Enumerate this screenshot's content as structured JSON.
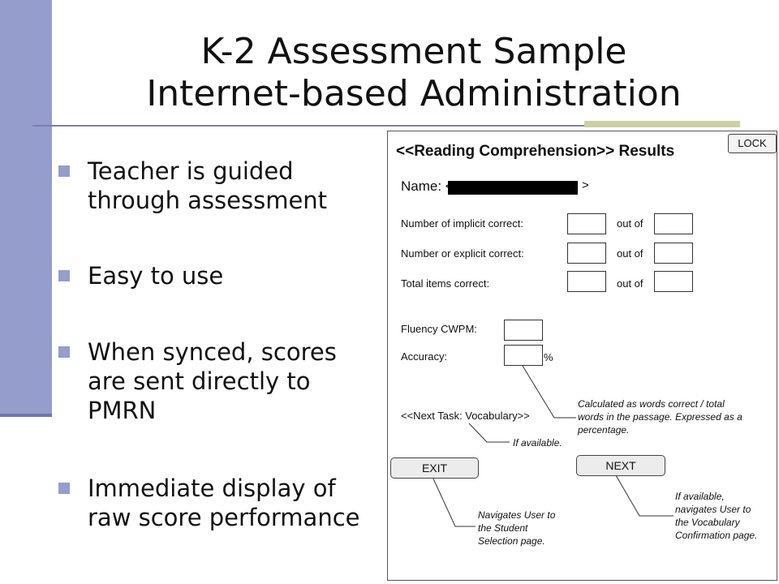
{
  "slide": {
    "title_line1": "K-2 Assessment Sample",
    "title_line2": "Internet-based Administration",
    "bullets": [
      {
        "line1": "Teacher is guided",
        "line2": "through assessment",
        "line3": ""
      },
      {
        "line1": "Easy to use",
        "line2": "",
        "line3": ""
      },
      {
        "line1": "When synced, scores",
        "line2": "are sent directly to",
        "line3": "PMRN"
      },
      {
        "line1": "Immediate display of",
        "line2": "raw score performance",
        "line3": ""
      }
    ]
  },
  "mockup": {
    "title": "<<Reading Comprehension>> Results",
    "lock_label": "LOCK",
    "name_label": "Name: <",
    "name_close": ">",
    "rows": [
      {
        "label": "Number of implicit correct:",
        "out_of": "out of"
      },
      {
        "label": "Number or explicit correct:",
        "out_of": "out of"
      },
      {
        "label": "Total items correct:",
        "out_of": "out of"
      }
    ],
    "fluency_label": "Fluency CWPM:",
    "accuracy_label": "Accuracy:",
    "percent": "%",
    "next_task": "<<Next Task: Vocabulary>>",
    "exit_label": "EXIT",
    "next_label": "NEXT",
    "notes": {
      "accuracy_line1": "Calculated as words correct / total",
      "accuracy_line2": "words in the passage. Expressed as a",
      "accuracy_line3": "percentage.",
      "if_available": "If available.",
      "exit_line1": "Navigates User to",
      "exit_line2": "the Student",
      "exit_line3": "Selection page.",
      "next_line1": "If available,",
      "next_line2": "navigates User to",
      "next_line3": "the Vocabulary",
      "next_line4": "Confirmation page."
    }
  },
  "colors": {
    "accent_bar": "#959dcc",
    "rule": "#7a7fb3",
    "rule_accent": "#cfcfa6"
  }
}
